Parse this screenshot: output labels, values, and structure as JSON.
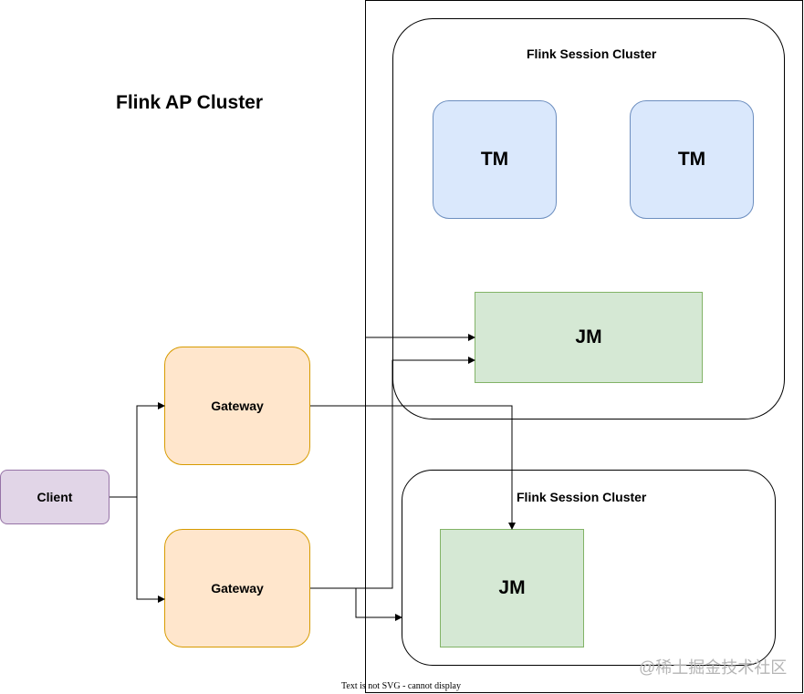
{
  "title": "Flink AP Cluster",
  "session_cluster_top": {
    "label": "Flink Session Cluster",
    "tm_left": "TM",
    "tm_right": "TM",
    "jm": "JM"
  },
  "session_cluster_bottom": {
    "label": "Flink Session Cluster",
    "jm": "JM"
  },
  "gateway_top": "Gateway",
  "gateway_bottom": "Gateway",
  "client": "Client",
  "footer_note": "Text is not SVG - cannot display",
  "watermark": "@稀土掘金技术社区",
  "colors": {
    "tm_fill": "#dae8fc",
    "tm_stroke": "#6c8ebf",
    "jm_fill": "#d5e8d4",
    "jm_stroke": "#82b366",
    "gateway_fill": "#ffe6cc",
    "gateway_stroke": "#d79b00",
    "client_fill": "#e1d5e7",
    "client_stroke": "#9673a6"
  }
}
